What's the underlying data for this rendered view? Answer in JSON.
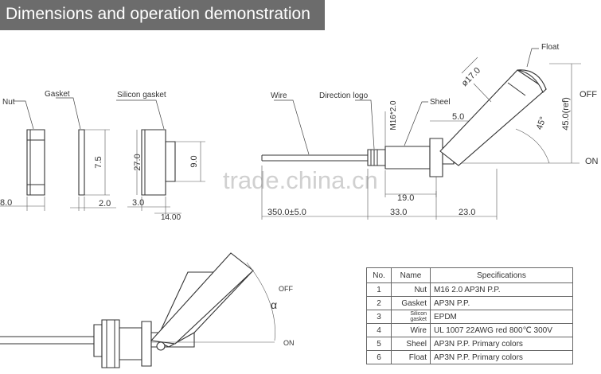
{
  "header": {
    "title": "Dimensions and operation demonstration"
  },
  "labels": {
    "nut": "Nut",
    "gasket": "Gasket",
    "silicon_gasket": "Silicon gasket",
    "wire": "Wire",
    "direction_logo": "Direction logo",
    "shell": "Sheel",
    "float": "Float",
    "off": "OFF",
    "on": "ON",
    "off_lower": "OFF",
    "on_lower": "ON",
    "alpha": "α"
  },
  "dimensions": {
    "nut_width": "8.0",
    "gasket_height": "7.5",
    "gasket_thickness": "2.0",
    "silicon_height": "27.0",
    "silicon_inner": "9.0",
    "silicon_thickness": "3.0",
    "silicon_width": "14.00",
    "thread": "M16*2.0",
    "float_diameter": "ø17.0",
    "offset_5": "5.0",
    "angle": "45°",
    "height_ref": "45.0(ref)",
    "len_19": "19.0",
    "wire_length": "350.0±5.0",
    "body_length": "33.0",
    "float_length": "23.0"
  },
  "watermark": "trade.china.cn",
  "table": {
    "headers": [
      "No.",
      "Name",
      "Specifications"
    ],
    "rows": [
      {
        "no": "1",
        "name": "Nut",
        "spec": "M16 2.0 AP3N P.P."
      },
      {
        "no": "2",
        "name": "Gasket",
        "spec": "AP3N P.P."
      },
      {
        "no": "3",
        "name": "Silicon gasket",
        "spec": "EPDM"
      },
      {
        "no": "4",
        "name": "Wire",
        "spec": "UL 1007 22AWG red 800℃ 300V"
      },
      {
        "no": "5",
        "name": "Sheel",
        "spec": "AP3N P.P. Primary colors"
      },
      {
        "no": "6",
        "name": "Float",
        "spec": "AP3N P.P. Primary colors"
      }
    ]
  }
}
